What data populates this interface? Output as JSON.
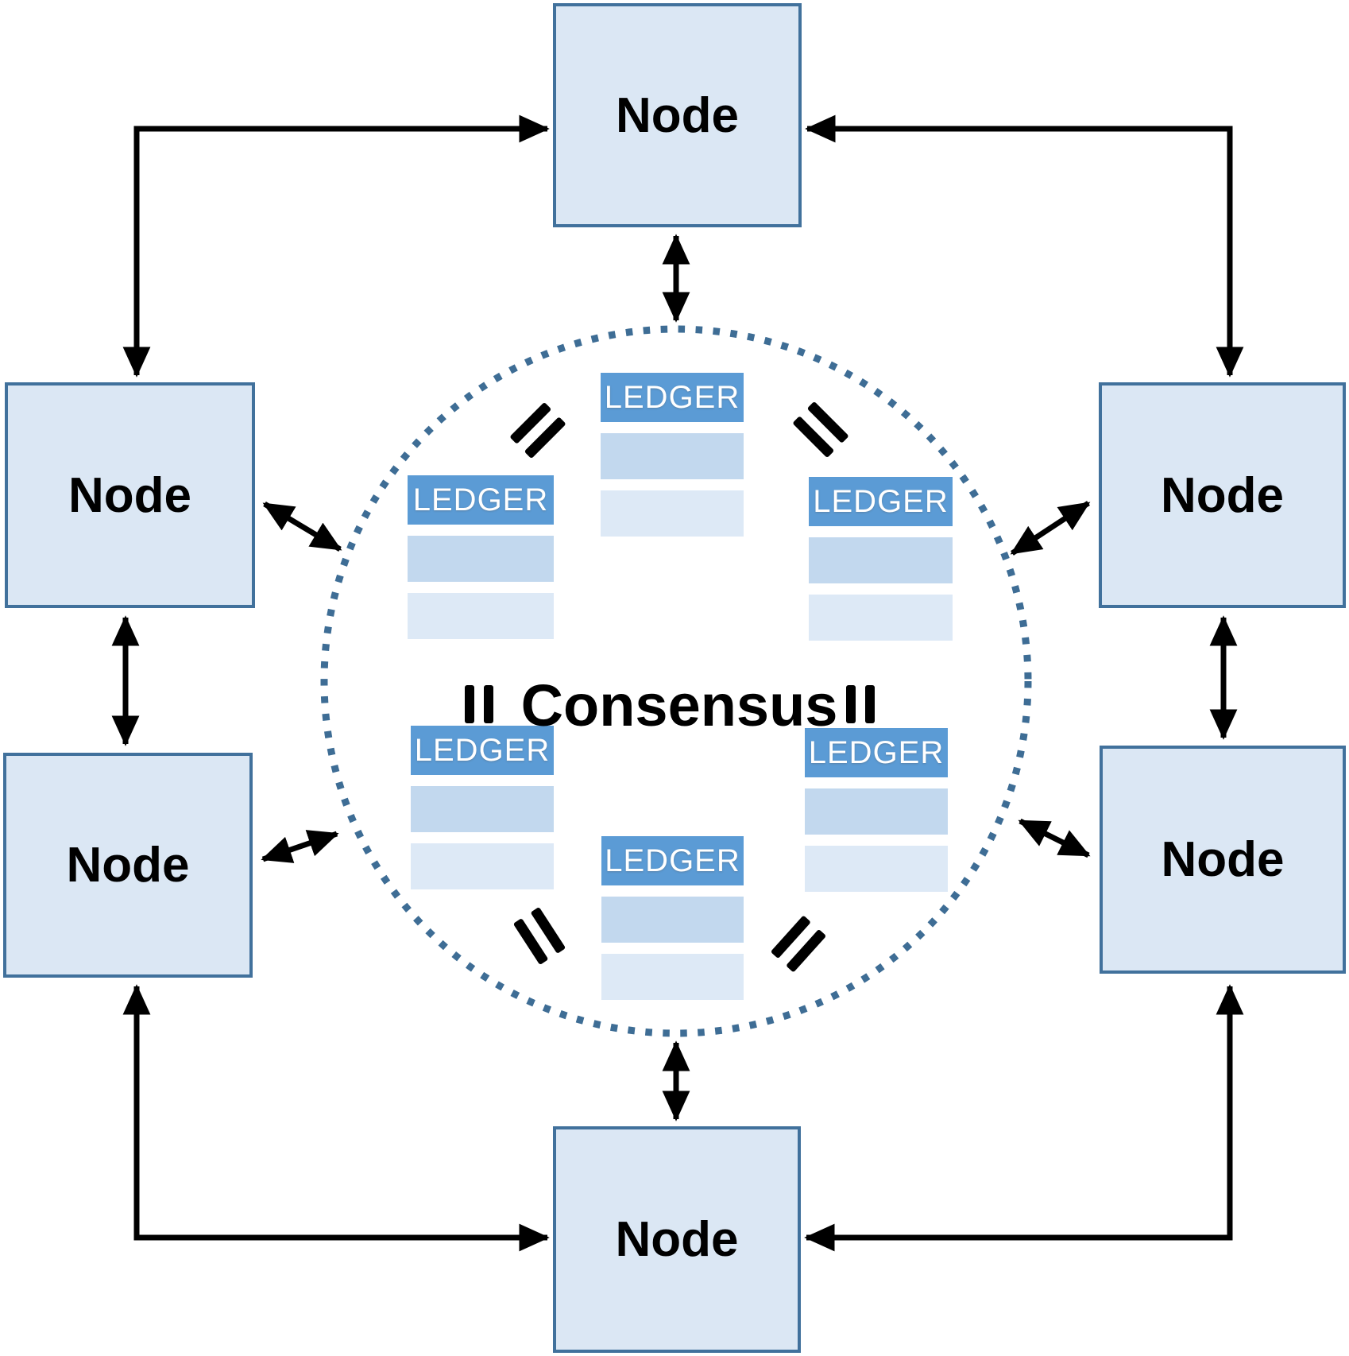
{
  "diagram": {
    "type": "peer-to-peer consensus network",
    "center_label": "Consensus"
  },
  "nodes": [
    {
      "id": "top",
      "label": "Node"
    },
    {
      "id": "upper-left",
      "label": "Node"
    },
    {
      "id": "upper-right",
      "label": "Node"
    },
    {
      "id": "lower-left",
      "label": "Node"
    },
    {
      "id": "lower-right",
      "label": "Node"
    },
    {
      "id": "bottom",
      "label": "Node"
    }
  ],
  "consensus": {
    "label": "Consensus"
  },
  "ledgers": [
    {
      "id": "top-center",
      "header": "LEDGER",
      "rows": 2
    },
    {
      "id": "upper-left",
      "header": "LEDGER",
      "rows": 2
    },
    {
      "id": "upper-right",
      "header": "LEDGER",
      "rows": 2
    },
    {
      "id": "lower-left",
      "header": "LEDGER",
      "rows": 2
    },
    {
      "id": "lower-right",
      "header": "LEDGER",
      "rows": 2
    },
    {
      "id": "bottom-center",
      "header": "LEDGER",
      "rows": 2
    }
  ],
  "equals_signs": {
    "symbol": "=",
    "count": 6,
    "meaning": "ledgers are equal"
  },
  "colors": {
    "node_fill": "#dbe7f4",
    "node_border": "#41719c",
    "ledger_header": "#5b9bd5",
    "ledger_row_medium": "#c2d8ee",
    "ledger_row_light": "#dde9f6",
    "circle_dotted": "#3e6d95",
    "arrow": "#000000"
  }
}
